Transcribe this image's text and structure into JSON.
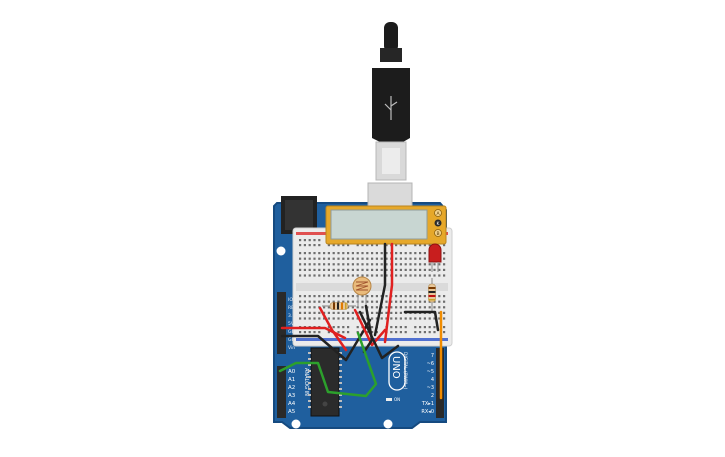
{
  "board": {
    "model": "UNO",
    "analog_header_label": "ANALOG IN",
    "digital_header_label": "DIGITAL (PWM~)",
    "analog_pins": [
      "A0",
      "A1",
      "A2",
      "A3",
      "A4",
      "A5"
    ],
    "digital_pins": [
      "7",
      "~6",
      "~5",
      "4",
      "~3",
      "2",
      "TX▸1",
      "RX◂0"
    ],
    "power_pins": [
      "IOREF",
      "RESET",
      "3.3V",
      "5V",
      "GND",
      "GND",
      "Vin"
    ],
    "led_label": "ON",
    "colors": {
      "pcb": "#1f5f9e",
      "pcb_dark": "#154a80",
      "header": "#2a2a2a"
    }
  },
  "lcd": {
    "pin_labels": [
      "A",
      "K",
      "B"
    ],
    "colors": {
      "frame": "#e6a82a",
      "screen": "#c8d6d2"
    }
  },
  "usb_cable": {
    "colors": {
      "body": "#1c1c1c",
      "plug": "#dcdcdc"
    }
  },
  "wires": {
    "colors": {
      "red": "#e02020",
      "black": "#222222",
      "green": "#2ca02c",
      "orange": "#f08c00"
    }
  }
}
